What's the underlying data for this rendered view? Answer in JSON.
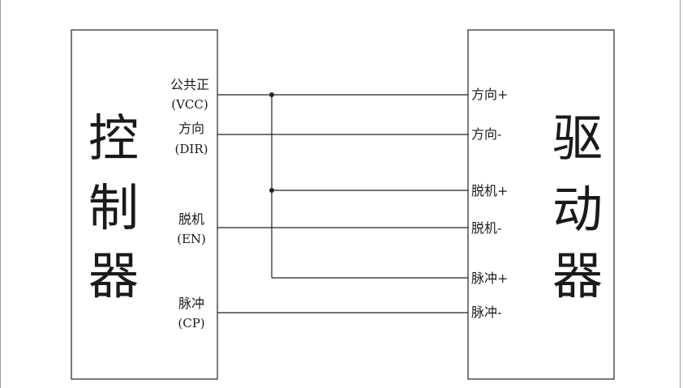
{
  "controller": {
    "title_chars": [
      "控",
      "制",
      "器"
    ],
    "pins": [
      {
        "name": "公共正",
        "code": "(VCC)"
      },
      {
        "name": "方向",
        "code": "(DIR)"
      },
      {
        "name": "脱机",
        "code": "(EN)"
      },
      {
        "name": "脉冲",
        "code": "(CP)"
      }
    ]
  },
  "driver": {
    "title_chars": [
      "驱",
      "动",
      "器"
    ],
    "pins": [
      {
        "label": "方向+"
      },
      {
        "label": "方向-"
      },
      {
        "label": "脱机+"
      },
      {
        "label": "脱机-"
      },
      {
        "label": "脉冲+"
      },
      {
        "label": "脉冲-"
      }
    ]
  }
}
